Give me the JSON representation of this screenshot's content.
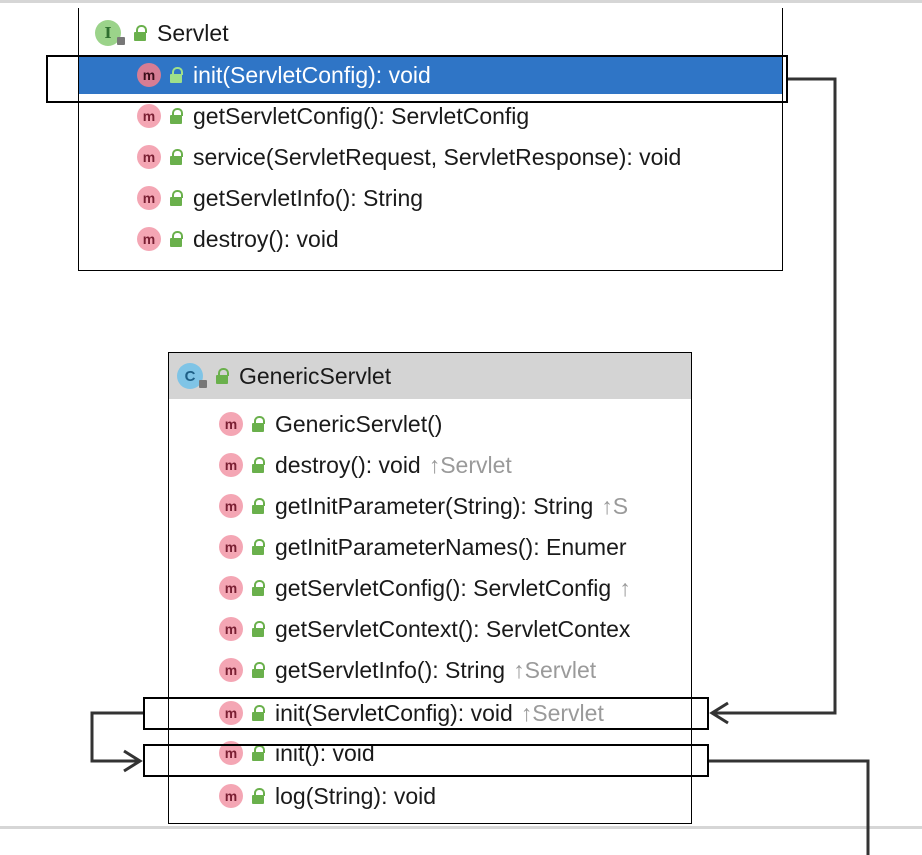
{
  "servlet": {
    "icon": "I",
    "name": "Servlet",
    "methods": [
      {
        "icon": "m",
        "text": "init(ServletConfig): void"
      },
      {
        "icon": "m",
        "text": "getServletConfig(): ServletConfig"
      },
      {
        "icon": "m",
        "text": "service(ServletRequest, ServletResponse): void"
      },
      {
        "icon": "m",
        "text": "getServletInfo(): String"
      },
      {
        "icon": "m",
        "text": "destroy(): void"
      }
    ]
  },
  "generic": {
    "icon": "C",
    "name": "GenericServlet",
    "methods": [
      {
        "icon": "m",
        "text": "GenericServlet()",
        "note": ""
      },
      {
        "icon": "m",
        "text": "destroy(): void",
        "note": "↑Servlet"
      },
      {
        "icon": "m",
        "text": "getInitParameter(String): String",
        "note": "↑S"
      },
      {
        "icon": "m",
        "text": "getInitParameterNames(): Enumer",
        "note": ""
      },
      {
        "icon": "m",
        "text": "getServletConfig(): ServletConfig",
        "note": "↑"
      },
      {
        "icon": "m",
        "text": "getServletContext(): ServletContex",
        "note": ""
      },
      {
        "icon": "m",
        "text": "getServletInfo(): String",
        "note": "↑Servlet"
      },
      {
        "icon": "m",
        "text": "init(ServletConfig): void",
        "note": "↑Servlet"
      },
      {
        "icon": "m",
        "text": "init(): void",
        "note": ""
      },
      {
        "icon": "m",
        "text": "log(String): void",
        "note": ""
      }
    ]
  },
  "colors": {
    "selection": "#2f75c6",
    "header": "#d4d4d4",
    "access": "#6ab04c",
    "method_icon": "#f4a6b4"
  },
  "icons": {
    "interface": "interface-icon",
    "class": "class-icon",
    "method": "method-icon",
    "public": "public-access-icon"
  }
}
